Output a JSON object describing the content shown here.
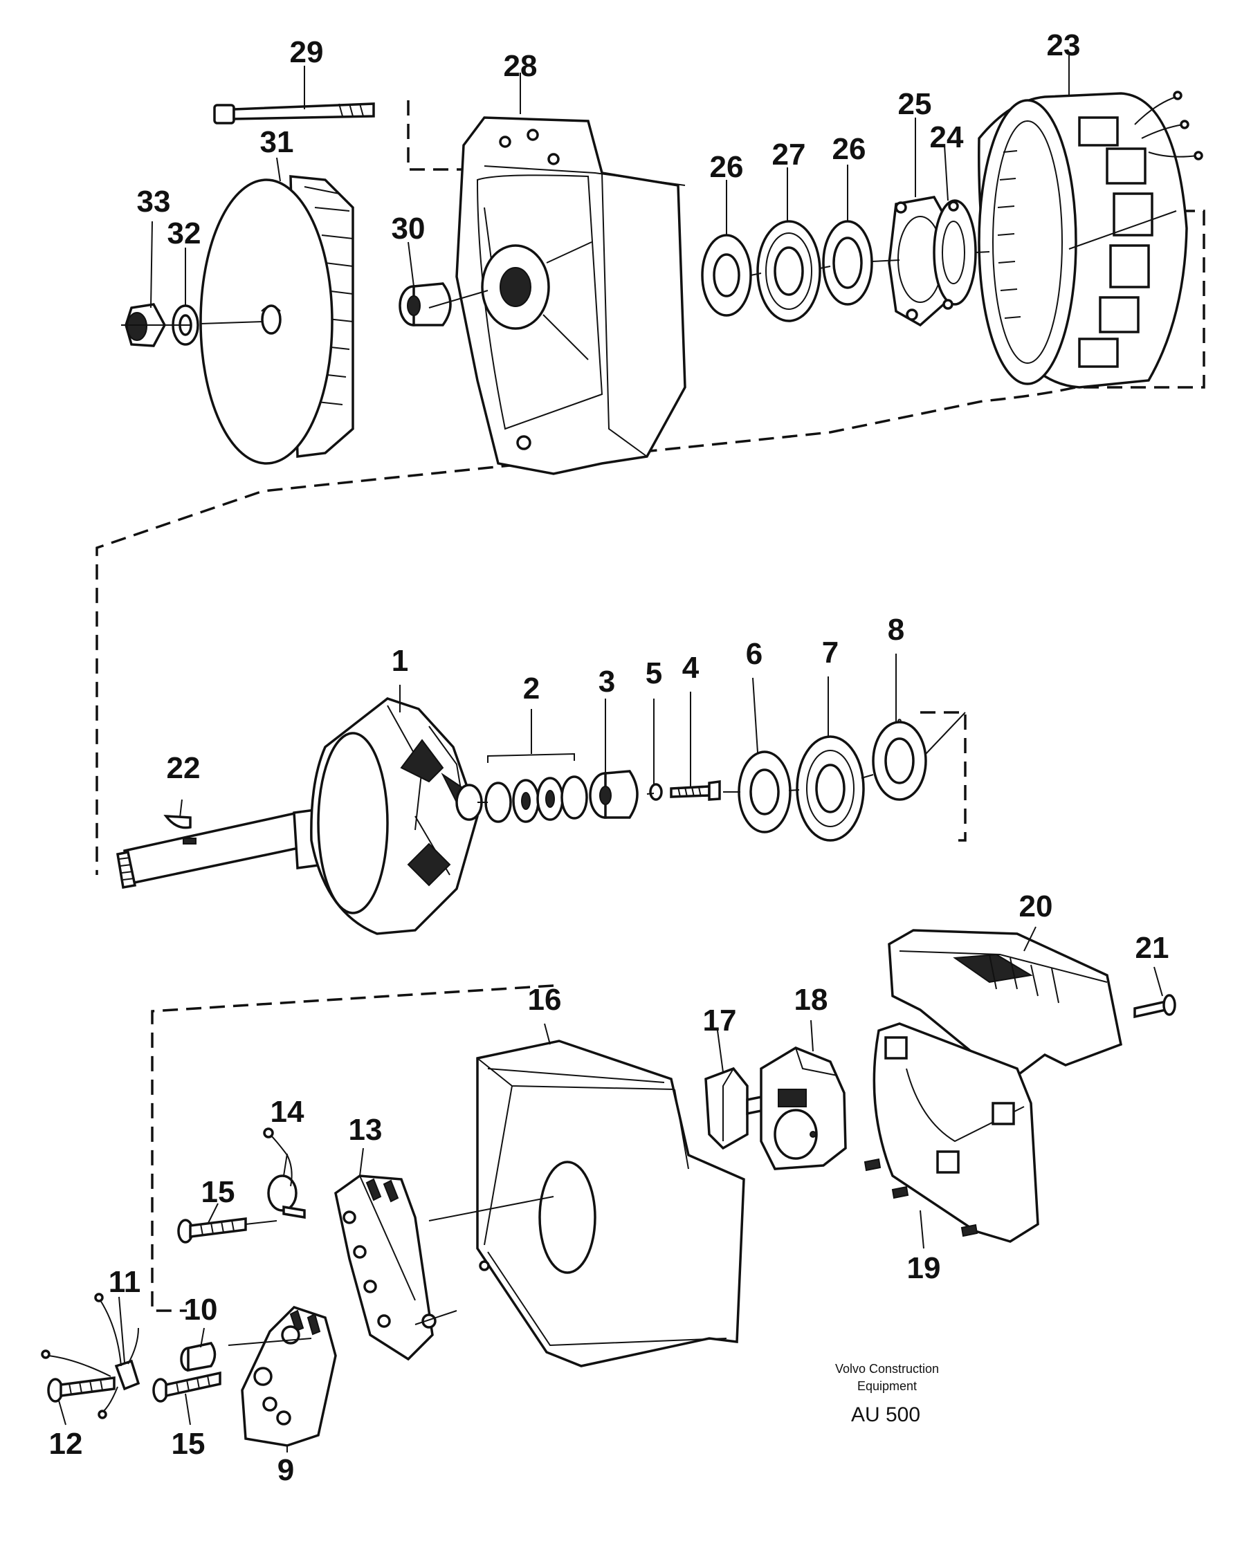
{
  "callouts": {
    "c1": "1",
    "c2": "2",
    "c3": "3",
    "c4": "4",
    "c5": "5",
    "c6": "6",
    "c7": "7",
    "c8": "8",
    "c9": "9",
    "c10": "10",
    "c11": "11",
    "c12": "12",
    "c13": "13",
    "c14": "14",
    "c15a": "15",
    "c15b": "15",
    "c16": "16",
    "c17": "17",
    "c18": "18",
    "c19": "19",
    "c20": "20",
    "c21": "21",
    "c22": "22",
    "c23": "23",
    "c24": "24",
    "c25": "25",
    "c26a": "26",
    "c26b": "26",
    "c27": "27",
    "c28": "28",
    "c29": "29",
    "c30": "30",
    "c31": "31",
    "c32": "32",
    "c33": "33"
  },
  "footer": {
    "caption_line1": "Volvo Construction",
    "caption_line2": "Equipment",
    "code": "AU 500"
  }
}
